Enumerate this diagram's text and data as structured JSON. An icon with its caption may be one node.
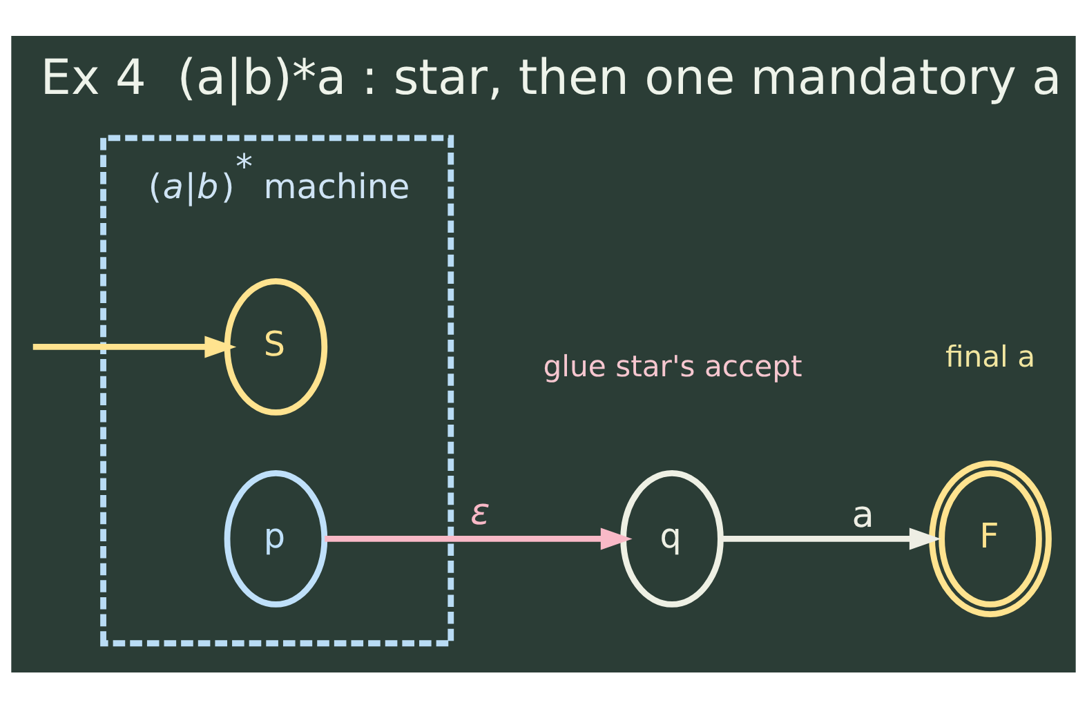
{
  "diagram": {
    "title": "Ex 4  (a|b)*a : star, then one mandatory a",
    "nodes": [
      {
        "text": [
          "(*a*|*b*)$^{*}$ machine"
        ]
      },
      {
        "text": [
          "S"
        ],
        "in": 0
      },
      {
        "text": [
          "p"
        ],
        "in": 0
      },
      {
        "text": [
          "q"
        ]
      },
      {
        "text": [
          "F"
        ]
      }
    ],
    "edges": [
      {
        "from": null,
        "to": 1,
        "arrow": "to",
        "color": "#ffe38f"
      },
      {
        "from": 2,
        "to": 3,
        "arrow": "to",
        "label": "ε",
        "color": "#f9b9c7"
      },
      {
        "from": 3,
        "to": 4,
        "arrow": "to",
        "label": "a",
        "color": "#eeeee4"
      }
    ],
    "labels": [
      "glue star's accept",
      "final a"
    ]
  }
}
